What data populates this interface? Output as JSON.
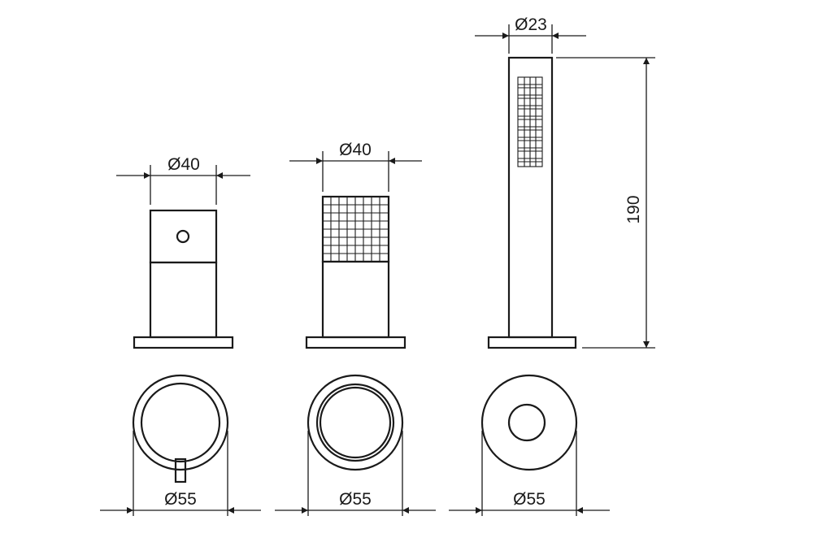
{
  "dimensions": {
    "mixer_top_diameter": "Ø40",
    "mixer_base_diameter": "Ø55",
    "knurled_top_diameter": "Ø40",
    "knurled_base_diameter": "Ø55",
    "handshower_diameter": "Ø23",
    "handshower_height": "190",
    "handshower_base_diameter": "Ø55"
  },
  "colors": {
    "line": "#1a1a1a",
    "background": "#ffffff"
  }
}
